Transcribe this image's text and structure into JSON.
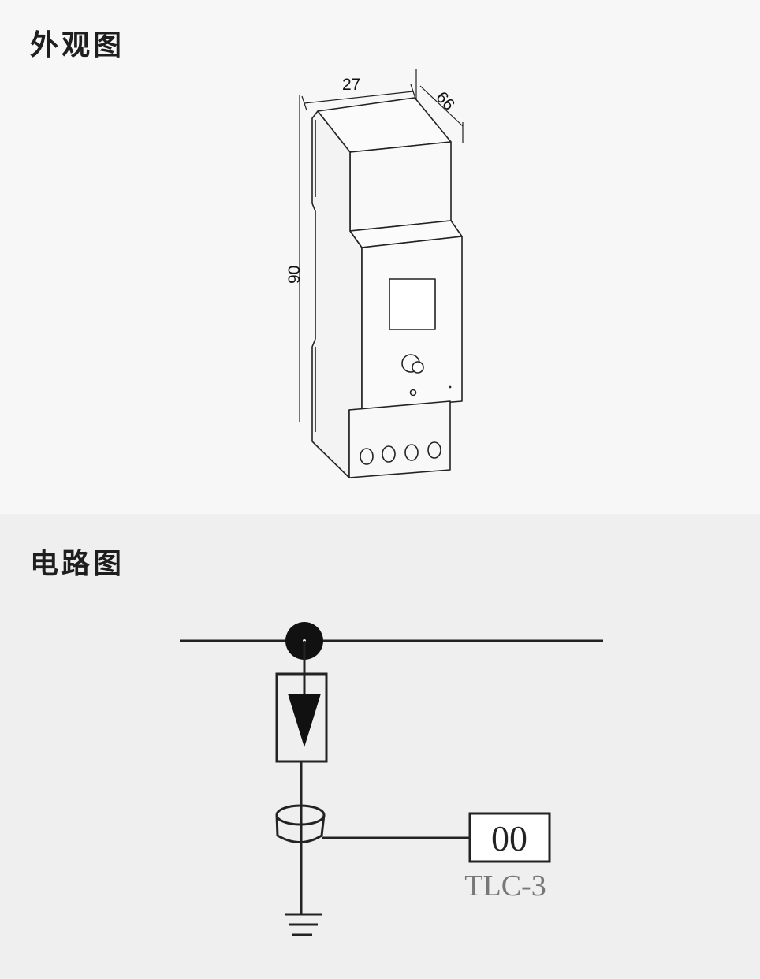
{
  "appearance": {
    "title": "外观图",
    "dimensions": {
      "width": "27",
      "depth": "66",
      "height": "90"
    }
  },
  "circuit": {
    "title": "电路图",
    "counter_display": "00",
    "counter_model": "TLC-3"
  }
}
